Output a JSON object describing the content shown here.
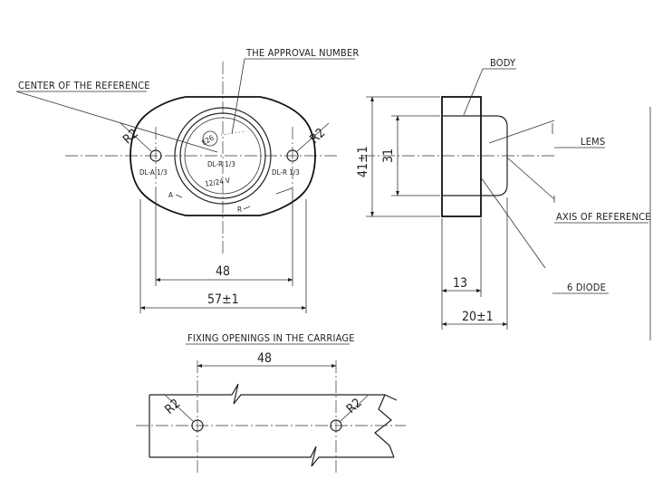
{
  "labels": {
    "approval_number": "THE APPROVAL NUMBER",
    "center_reference": "CENTER OF THE REFERENCE",
    "body": "BODY",
    "lens": "LEMS",
    "axis_reference": "AXIS OF REFERENCE",
    "diode": "6 DIODE",
    "fixing_openings": "FIXING OPENINGS IN THE CARRIAGE"
  },
  "front_view": {
    "radius_left": "R2",
    "radius_right": "R2",
    "marking_left": "DL-A 1/3",
    "marking_right": "DL-R 1/3",
    "lens_marking": "DL-R 1/3",
    "voltage": "12/24 V",
    "approval_mark": "E26",
    "letter_a": "A",
    "letter_r": "R",
    "dim_hole_spacing": "48",
    "dim_overall_width": "57±1"
  },
  "side_view": {
    "dim_height_overall": "41±1",
    "dim_height_inner": "31",
    "dim_body_depth": "13",
    "dim_overall_depth": "20±1"
  },
  "carriage_view": {
    "dim_hole_spacing": "48",
    "radius_left": "R2",
    "radius_right": "R2"
  }
}
